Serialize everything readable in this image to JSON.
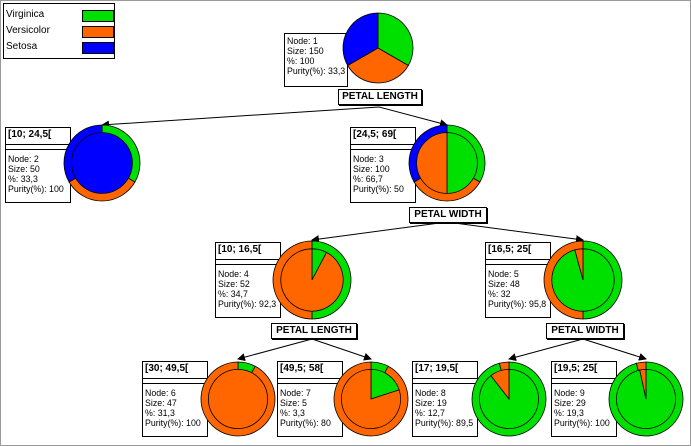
{
  "legend": [
    {
      "label": "Virginica",
      "color": "#00e000"
    },
    {
      "label": "Versicolor",
      "color": "#ff6600"
    },
    {
      "label": "Setosa",
      "color": "#0000ff"
    }
  ],
  "nodes": [
    {
      "id": "n1",
      "range": "",
      "lines": [
        "Node: 1",
        "Size: 150",
        "%: 100",
        "Purity(%): 33,3"
      ],
      "fractions": [
        0.333,
        0.333,
        0.333
      ],
      "split": "PETAL LENGTH"
    },
    {
      "id": "n2",
      "range": "[10; 24,5[",
      "lines": [
        "Node: 2",
        "Size: 50",
        "%: 33,3",
        "Purity(%): 100"
      ],
      "fractions": [
        0,
        0,
        1
      ],
      "split": ""
    },
    {
      "id": "n3",
      "range": "[24,5; 69[",
      "lines": [
        "Node: 3",
        "Size: 100",
        "%: 66,7",
        "Purity(%): 50"
      ],
      "fractions": [
        0.5,
        0.5,
        0
      ],
      "split": "PETAL WIDTH"
    },
    {
      "id": "n4",
      "range": "[10; 16,5[",
      "lines": [
        "Node: 4",
        "Size: 52",
        "%: 34,7",
        "Purity(%): 92,3"
      ],
      "fractions": [
        0.077,
        0.923,
        0
      ],
      "split": "PETAL LENGTH"
    },
    {
      "id": "n5",
      "range": "[16,5; 25[",
      "lines": [
        "Node: 5",
        "Size: 48",
        "%: 32",
        "Purity(%): 95,8"
      ],
      "fractions": [
        0.958,
        0.042,
        0
      ],
      "split": "PETAL WIDTH"
    },
    {
      "id": "n6",
      "range": "[30; 49,5[",
      "lines": [
        "Node: 6",
        "Size: 47",
        "%: 31,3",
        "Purity(%): 100"
      ],
      "fractions": [
        0,
        1,
        0
      ],
      "split": ""
    },
    {
      "id": "n7",
      "range": "[49,5; 58[",
      "lines": [
        "Node: 7",
        "Size: 5",
        "%: 3,3",
        "Purity(%): 80"
      ],
      "fractions": [
        0.2,
        0.8,
        0
      ],
      "split": ""
    },
    {
      "id": "n8",
      "range": "[17; 19,5[",
      "lines": [
        "Node: 8",
        "Size: 19",
        "%: 12,7",
        "Purity(%): 89,5"
      ],
      "fractions": [
        0.895,
        0.105,
        0
      ],
      "split": ""
    },
    {
      "id": "n9",
      "range": "[19,5; 25[",
      "lines": [
        "Node: 9",
        "Size: 29",
        "%: 19,3",
        "Purity(%): 100"
      ],
      "fractions": [
        0.966,
        0.034,
        0
      ],
      "split": ""
    }
  ],
  "edges": [
    [
      "n1",
      "n2"
    ],
    [
      "n1",
      "n3"
    ],
    [
      "n3",
      "n4"
    ],
    [
      "n3",
      "n5"
    ],
    [
      "n4",
      "n6"
    ],
    [
      "n4",
      "n7"
    ],
    [
      "n5",
      "n8"
    ],
    [
      "n5",
      "n9"
    ]
  ]
}
